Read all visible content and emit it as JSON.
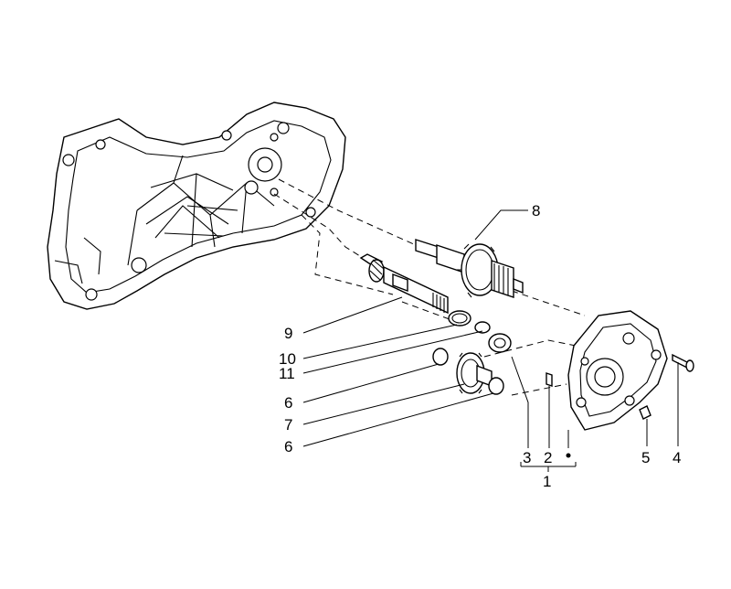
{
  "callouts": [
    {
      "id": "c8",
      "text": "8"
    },
    {
      "id": "c9",
      "text": "9"
    },
    {
      "id": "c10",
      "text": "10"
    },
    {
      "id": "c11",
      "text": "11"
    },
    {
      "id": "c6a",
      "text": "6"
    },
    {
      "id": "c7",
      "text": "7"
    },
    {
      "id": "c6b",
      "text": "6"
    },
    {
      "id": "c3",
      "text": "3"
    },
    {
      "id": "c2",
      "text": "2"
    },
    {
      "id": "c1",
      "text": "1"
    },
    {
      "id": "c5",
      "text": "5"
    },
    {
      "id": "c4",
      "text": "4"
    }
  ]
}
